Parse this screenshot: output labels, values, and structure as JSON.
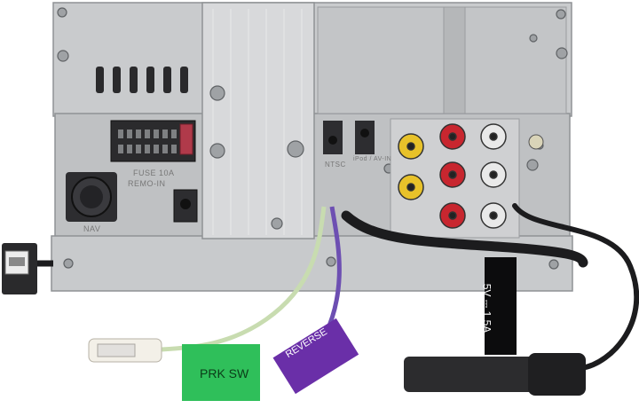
{
  "unit": {
    "labels": {
      "fuse": "FUSE 10A",
      "remo_in": "REMO-IN",
      "nav": "NAV",
      "ntsc": "NTSC",
      "ipod_av": "iPod / AV-IN"
    }
  },
  "cable": {
    "usb_spec": "5V ⎓ 1.5A"
  },
  "wires": {
    "prk_sw": "PRK SW",
    "reverse": "REVERSE"
  },
  "colors": {
    "chassis": "#c9cbcd",
    "chassis_dark": "#8f9295",
    "heatsink": "#d8d9db",
    "rca_yellow": "#e8c22a",
    "rca_red": "#c8262f",
    "rca_white": "#e9e9e9",
    "prk_tag": "#2fbf5a",
    "reverse_tag": "#6a2fa8",
    "wire_light_green": "#c8dcb0",
    "wire_purple": "#6d4fb2",
    "cable_black": "#1c1c1e"
  }
}
